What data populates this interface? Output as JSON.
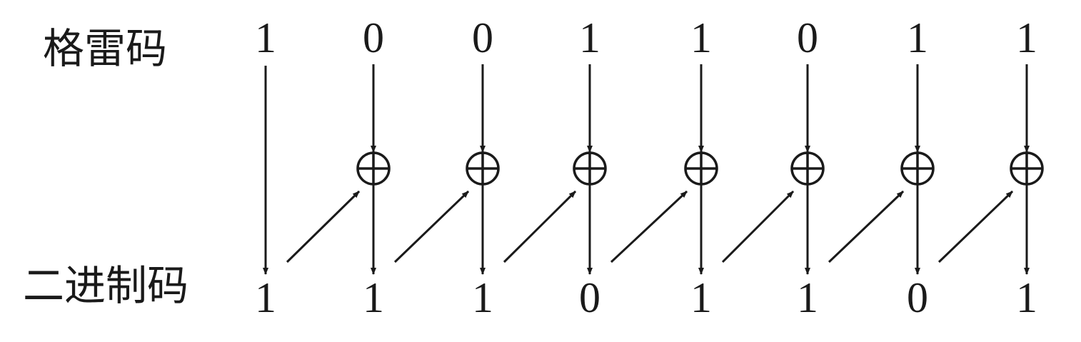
{
  "labels": {
    "gray": "格雷码",
    "binary": "二进制码"
  },
  "gray_bits": [
    "1",
    "0",
    "0",
    "1",
    "1",
    "0",
    "1",
    "1"
  ],
  "binary_bits": [
    "1",
    "1",
    "1",
    "0",
    "1",
    "1",
    "0",
    "1"
  ],
  "operator_symbol": "⊕",
  "colors": {
    "ink": "#1a1a1a",
    "background": "#ffffff"
  }
}
